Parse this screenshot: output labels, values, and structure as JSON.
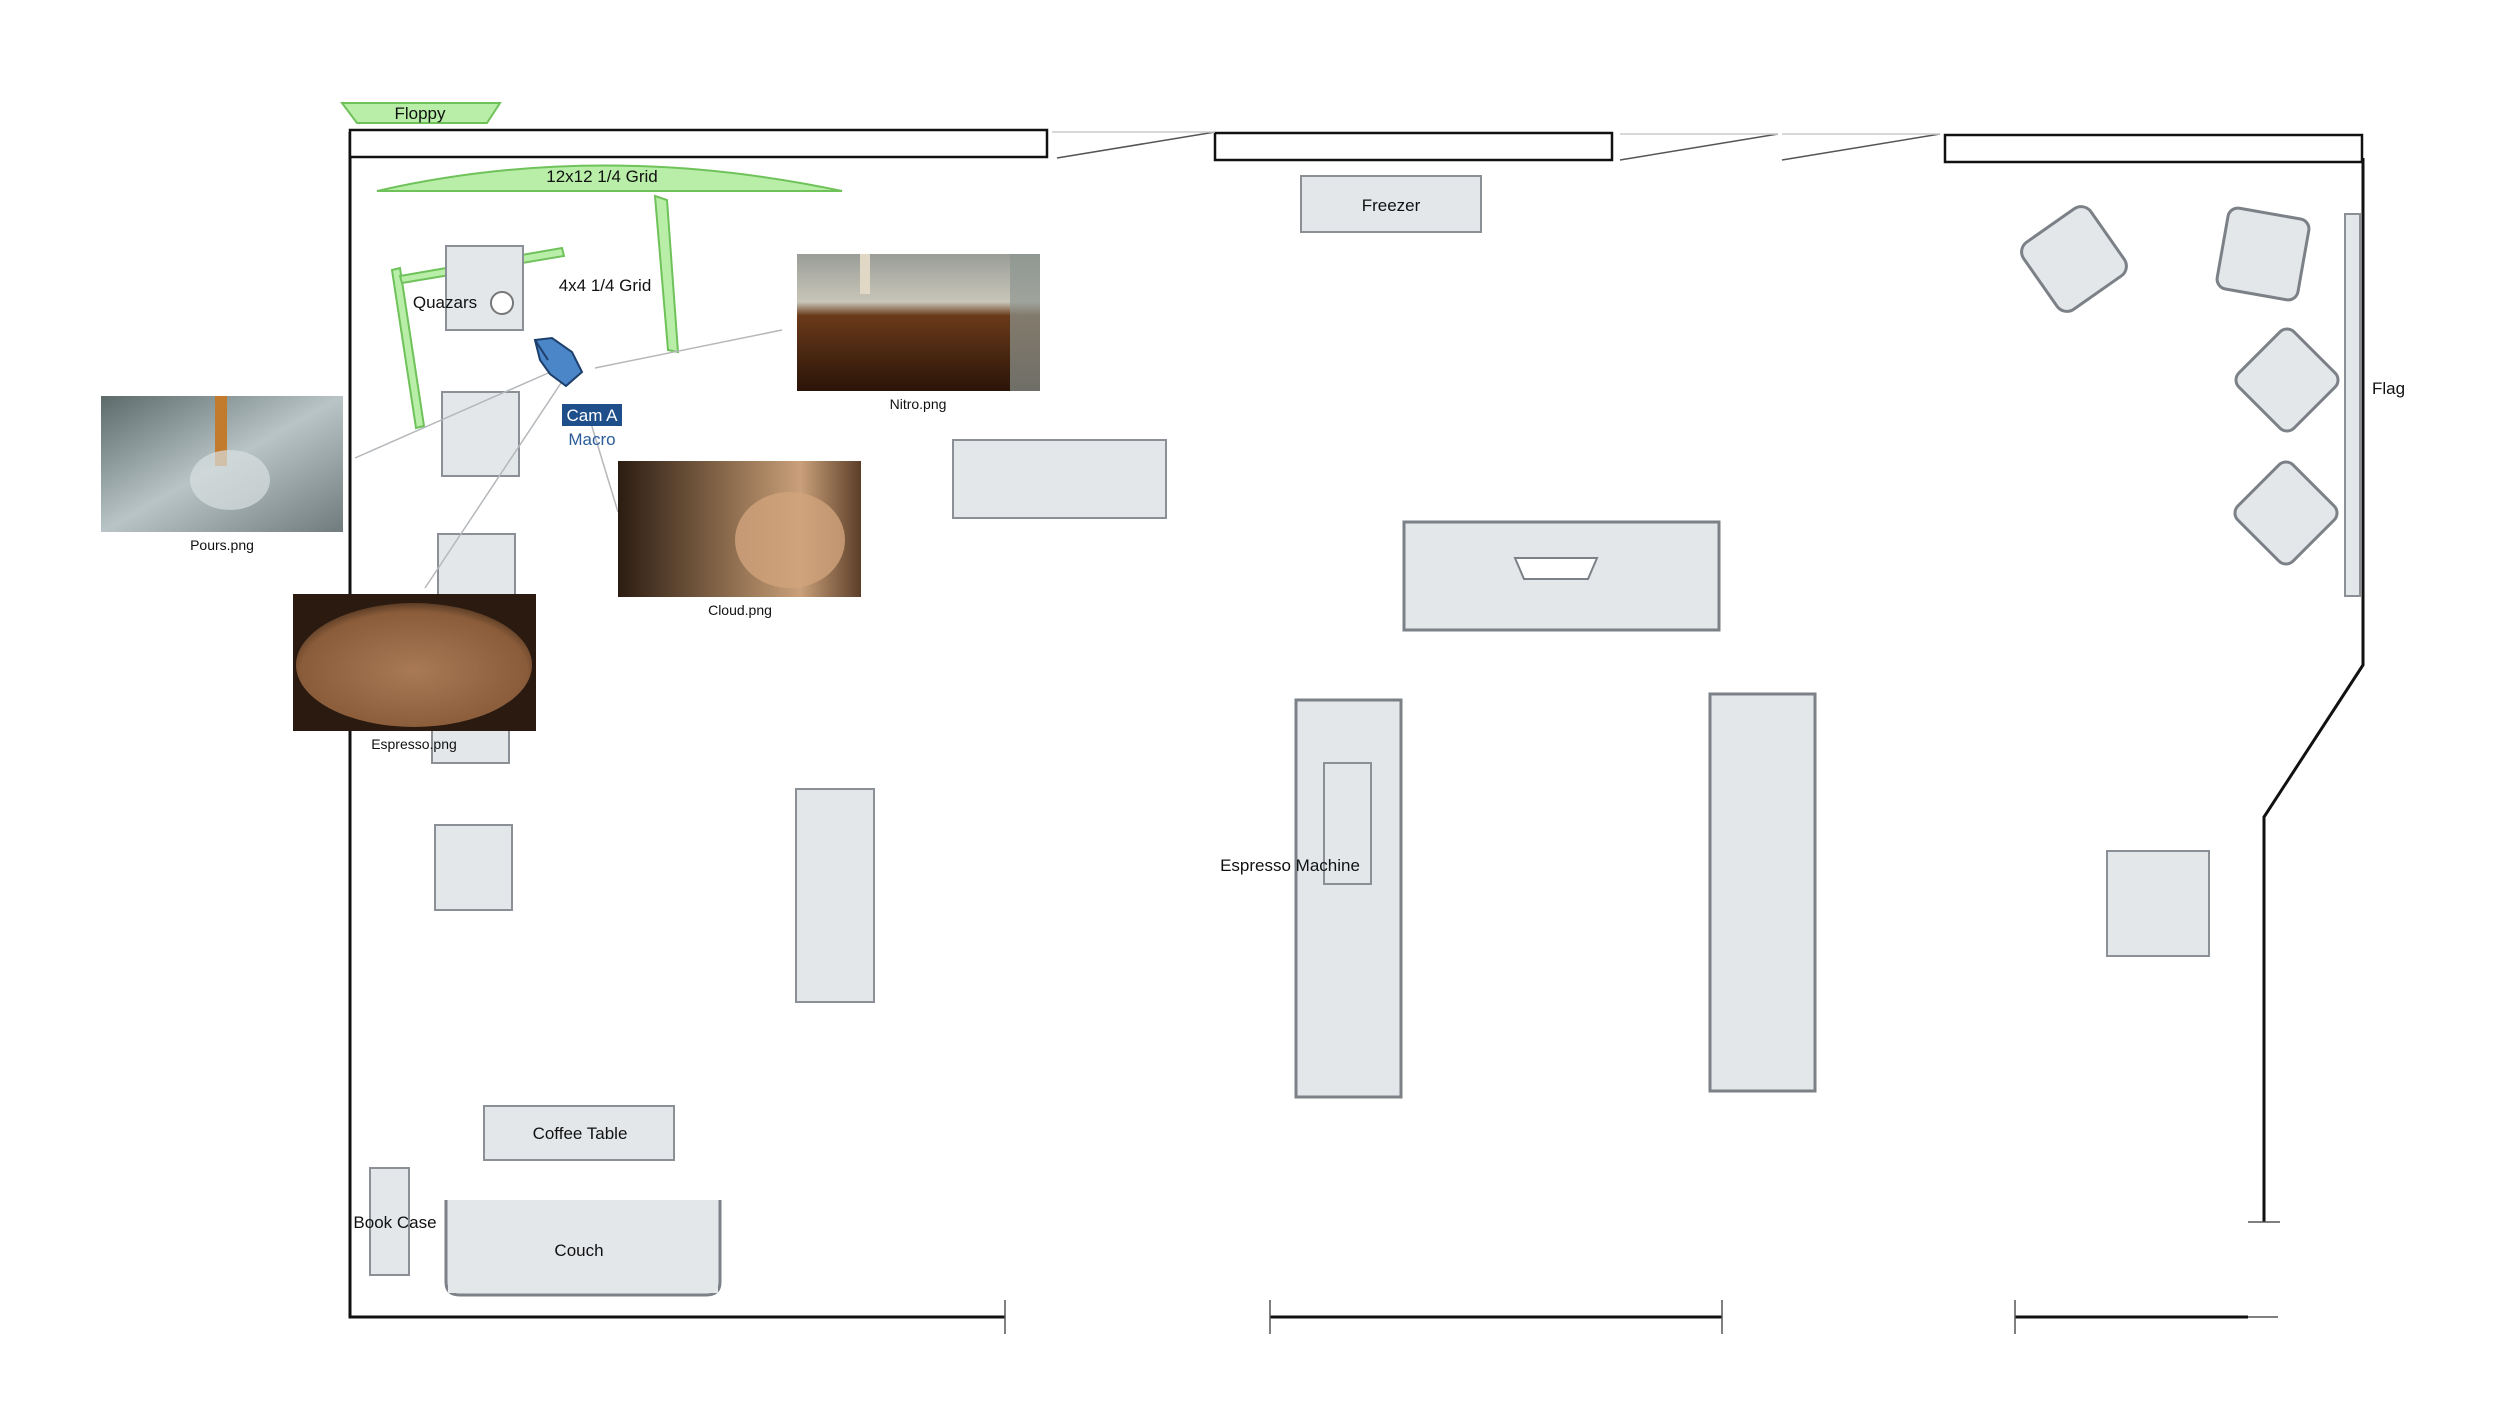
{
  "plan": {
    "labels": {
      "floppy": "Floppy",
      "grid_12x12": "12x12 1/4 Grid",
      "grid_4x4": "4x4 1/4 Grid",
      "quazars": "Quazars",
      "freezer": "Freezer",
      "flag": "Flag",
      "espresso_machine": "Espresso Machine",
      "coffee_table": "Coffee Table",
      "book_case": "Book Case",
      "couch": "Couch"
    },
    "camera": {
      "name": "Cam A",
      "lens": "Macro",
      "icon": "camera-icon",
      "color": "#4a86c8"
    },
    "images": {
      "nitro": "Nitro.png",
      "pours": "Pours.png",
      "cloud": "Cloud.png",
      "espresso": "Espresso.png"
    },
    "colors": {
      "grid_fill": "#b8eea8",
      "furniture_fill": "#e4e7ea",
      "wall": "#111111"
    }
  }
}
